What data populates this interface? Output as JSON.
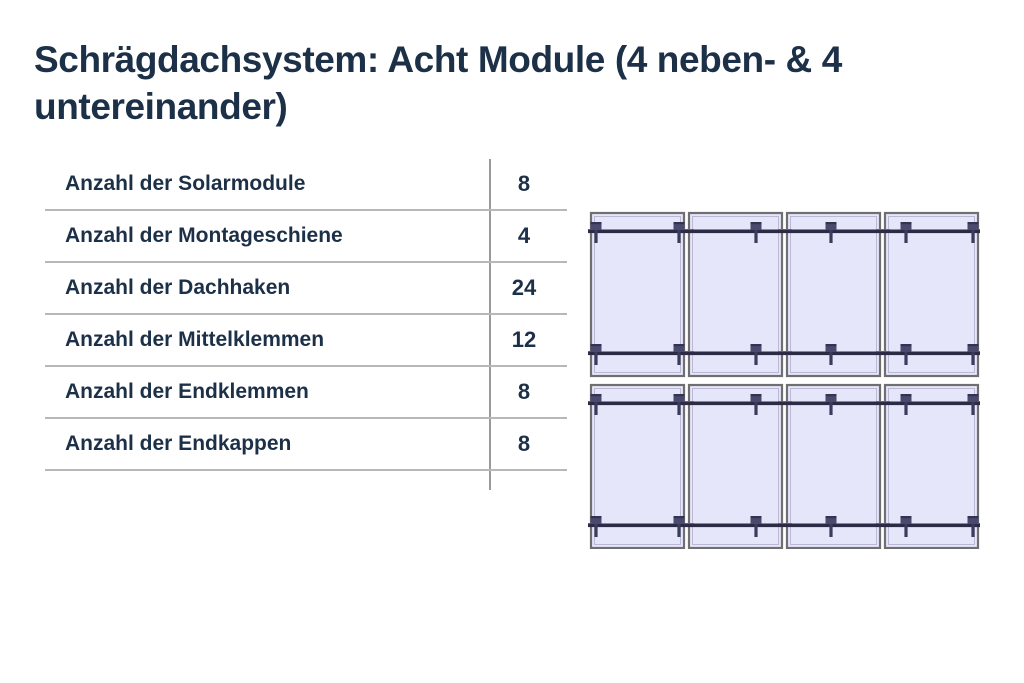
{
  "slide": {
    "title": "Schrägdachsystem: Acht Module (4 neben- & 4 untereinander)",
    "background_color": "#ffffff",
    "text_color": "#1c3048"
  },
  "spec_table": {
    "rule_color": "#b8b8b8",
    "divider_color": "#9a9a9a",
    "rows": [
      {
        "label": "Anzahl der Solarmodule",
        "value": "8"
      },
      {
        "label": "Anzahl der Montageschiene",
        "value": "4"
      },
      {
        "label": "Anzahl der Dachhaken",
        "value": "24"
      },
      {
        "label": "Anzahl der Mittelklemmen",
        "value": "12"
      },
      {
        "label": "Anzahl der Endklemmen",
        "value": "8"
      },
      {
        "label": "Anzahl der Endkappen",
        "value": "8"
      }
    ]
  },
  "diagram": {
    "name": "solar-array-layout",
    "description": "Acht Solarmodule: 4 nebeneinander und 2 Reihen untereinander, montiert auf horizontalen Montageschienen mit Mittel- und Endklemmen.",
    "modules_across": 4,
    "module_rows": 2,
    "modules_total": 8,
    "rails_per_row": 2,
    "colors": {
      "module_fill": "#e6e6fa",
      "module_frame": "#6f6f6f",
      "module_inner_line": "#8a8ab0",
      "rail": "#2b2b45",
      "clamp": "#4a4a6e",
      "hook": "#9a9aa8"
    }
  }
}
